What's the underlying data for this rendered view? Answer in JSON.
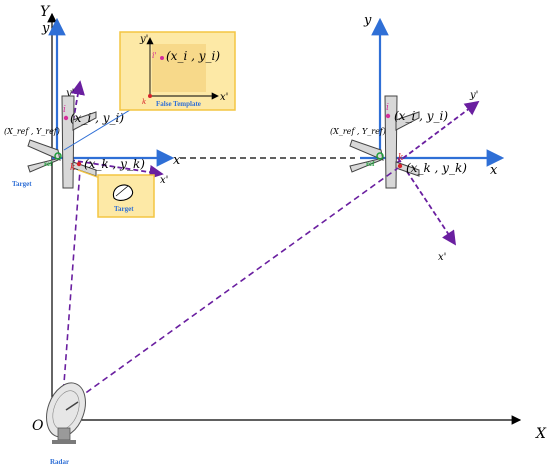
{
  "global_axes": {
    "x_label": "X",
    "y_label": "Y",
    "origin_label": "O"
  },
  "left_frame": {
    "x_label": "x",
    "y_label": "y",
    "rotated_x_label": "x'",
    "rotated_y_label": "y'",
    "ref_coord_label": "(X_ref , Y_ref)",
    "ref_label": "ref",
    "point_i_label": "i",
    "point_i_coords": "(x_i , y_i)",
    "point_k_label": "k",
    "point_k_coords": "(x_k , y_k)",
    "target_label": "Target"
  },
  "right_frame": {
    "x_label": "x",
    "y_label": "y",
    "rotated_x_label": "x'",
    "rotated_y_label": "y'",
    "ref_coord_label": "(X_ref , Y_ref)",
    "ref_label": "ref",
    "point_i_label": "i",
    "point_i_coords": "(x_i , y_i)",
    "point_k_label": "k",
    "point_k_coords": "(x_k , y_k)"
  },
  "false_template_inset": {
    "title": "False Template",
    "y_label": "y'",
    "x_label": "x'",
    "point_i_label": "i'",
    "point_i_coords": "(x_i , y_i)",
    "point_k_label": "k"
  },
  "target_inset": {
    "title": "Target"
  },
  "radar": {
    "label": "Radar"
  },
  "colors": {
    "axis_blue": "#2f6fd6",
    "dashed_purple": "#6a1fa0",
    "inset_fill": "#fde9a6",
    "inset_border": "#f4c542",
    "ref_green": "#1e9e3a",
    "point_red": "#d8232a",
    "point_magenta": "#d62d9b"
  }
}
